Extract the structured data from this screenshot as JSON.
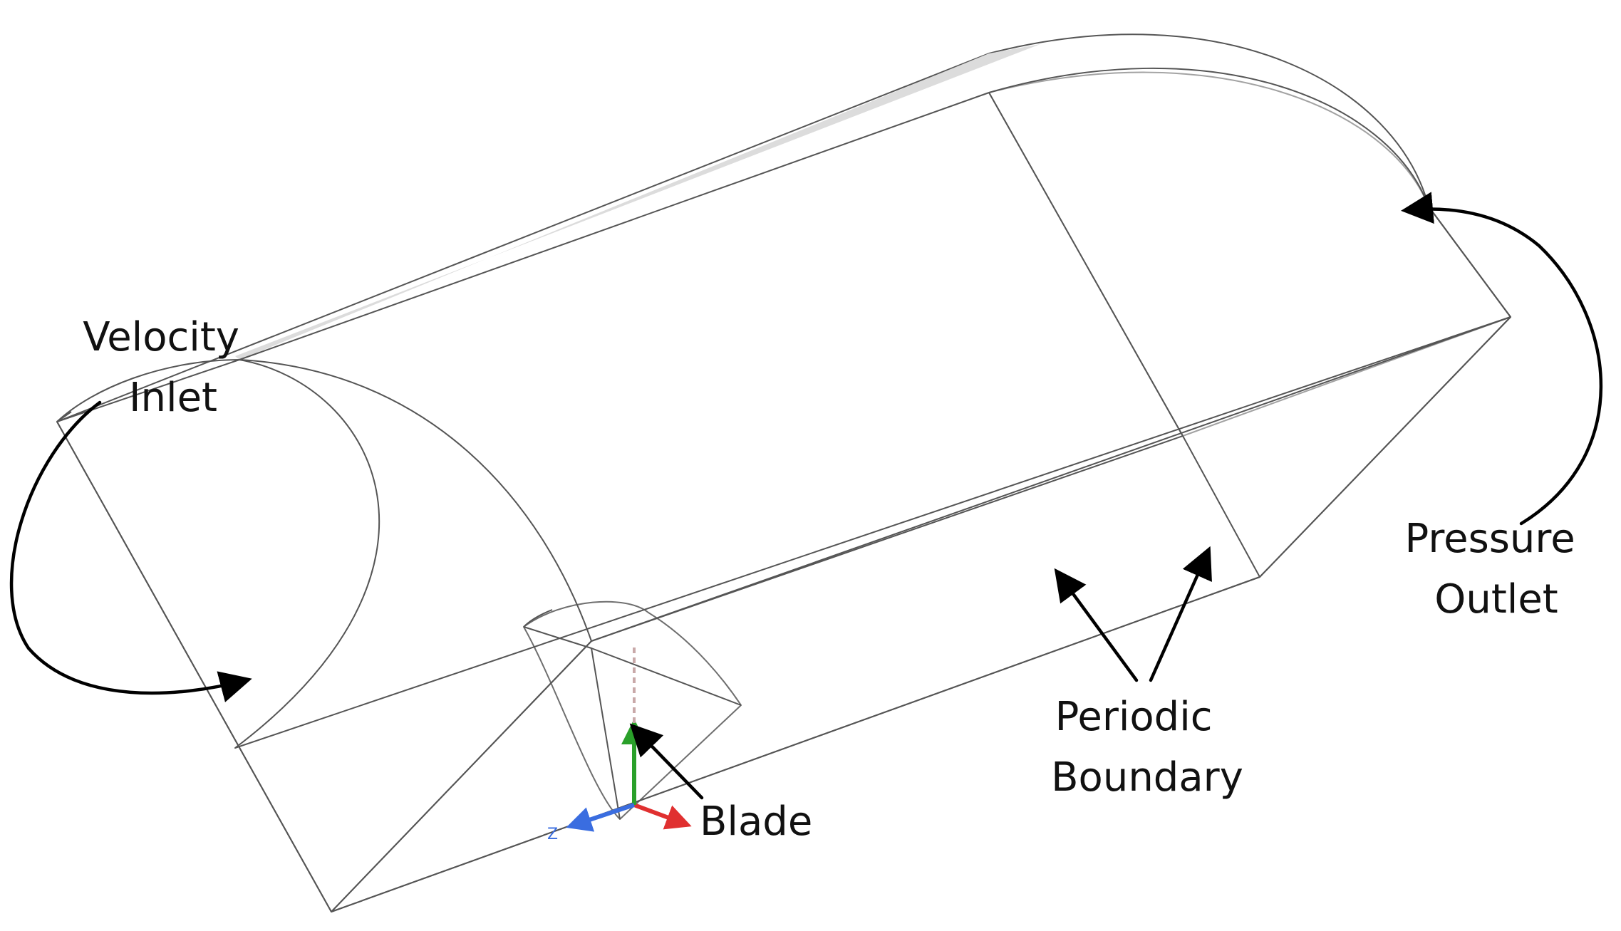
{
  "labels": {
    "velocity_inlet": [
      "Velocity",
      "Inlet"
    ],
    "pressure_outlet": [
      "Pressure",
      "Outlet"
    ],
    "periodic_boundary": [
      "Periodic",
      "Boundary"
    ],
    "blade": "Blade"
  },
  "axis_triad": {
    "z_label": "Z"
  },
  "colors": {
    "top_face": "#e7e7e7",
    "flat_face": "#d9d9d9",
    "inlet_face": "#e9e9e9",
    "outlet_face": "#e3e3e3",
    "edge": "#555555",
    "callout": "#000000",
    "axis_x": "#e03030",
    "axis_y": "#2aa02a",
    "axis_z": "#3a6de0"
  }
}
